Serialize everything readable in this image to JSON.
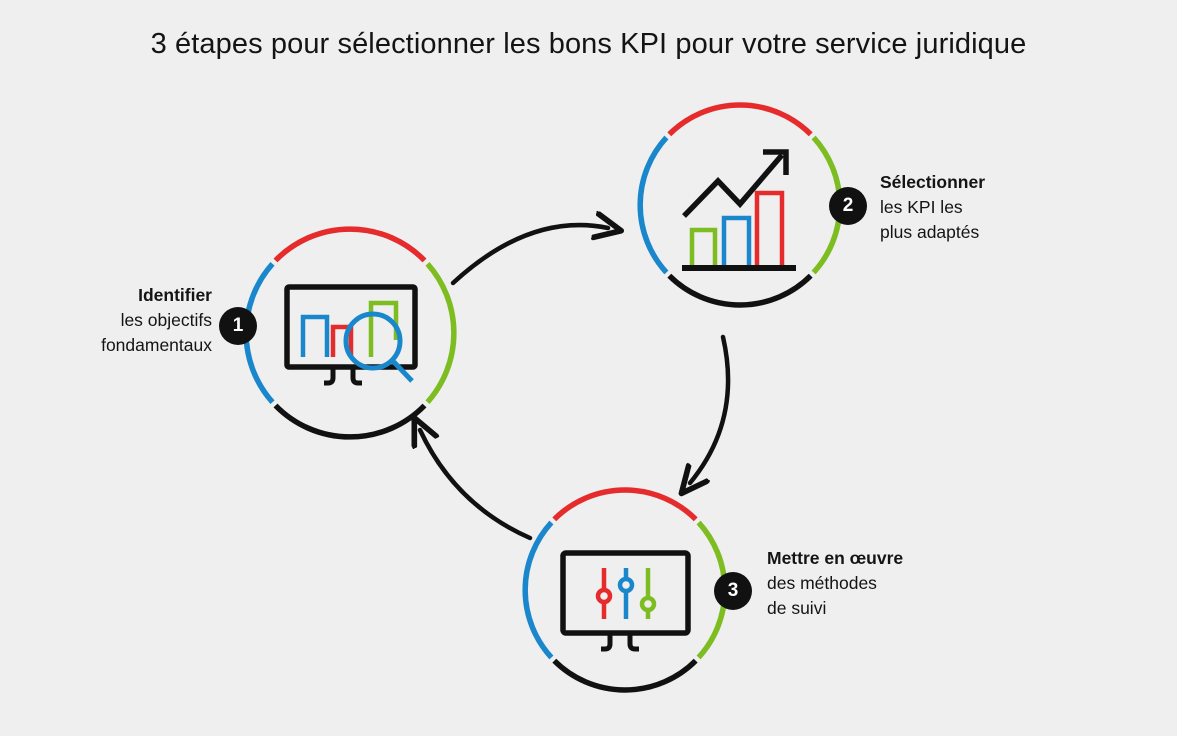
{
  "page": {
    "title": "3 étapes pour sélectionner les bons KPI pour votre service juridique",
    "background_color": "#efefef",
    "text_color": "#141414"
  },
  "palette": {
    "red": "#e52b2b",
    "blue": "#1a87cc",
    "green": "#7ebd22",
    "black": "#111111",
    "white": "#ffffff"
  },
  "steps": [
    {
      "number": "1",
      "title": "Identifier",
      "line2": "les objectifs",
      "line3": "fondamentaux",
      "icon": "monitor-bar-chart-magnifier-icon",
      "ring_segments": [
        "red",
        "green",
        "black",
        "blue"
      ]
    },
    {
      "number": "2",
      "title": "Sélectionner",
      "line2": "les KPI les",
      "line3": "plus adaptés",
      "icon": "growth-bar-chart-arrow-icon",
      "ring_segments": [
        "red",
        "green",
        "black",
        "blue"
      ]
    },
    {
      "number": "3",
      "title": "Mettre en œuvre",
      "line2": "des méthodes",
      "line3": "de suivi",
      "icon": "monitor-sliders-icon",
      "ring_segments": [
        "red",
        "green",
        "black",
        "blue"
      ]
    }
  ],
  "connectors": [
    {
      "name": "arrow-step1-to-step2",
      "from": "1",
      "to": "2"
    },
    {
      "name": "arrow-step2-to-step3",
      "from": "2",
      "to": "3"
    },
    {
      "name": "arrow-step3-to-step1",
      "from": "3",
      "to": "1"
    }
  ],
  "chart_data": {
    "type": "diagram",
    "title": "3 étapes pour sélectionner les bons KPI pour votre service juridique",
    "categories": [
      "Identifier",
      "Sélectionner",
      "Mettre en œuvre"
    ],
    "values": [
      1,
      2,
      3
    ],
    "annotations": [
      "Identifier les objectifs fondamentaux",
      "Sélectionner les KPI les plus adaptés",
      "Mettre en œuvre des méthodes de suivi"
    ],
    "legend_position": "none",
    "grid": false
  }
}
